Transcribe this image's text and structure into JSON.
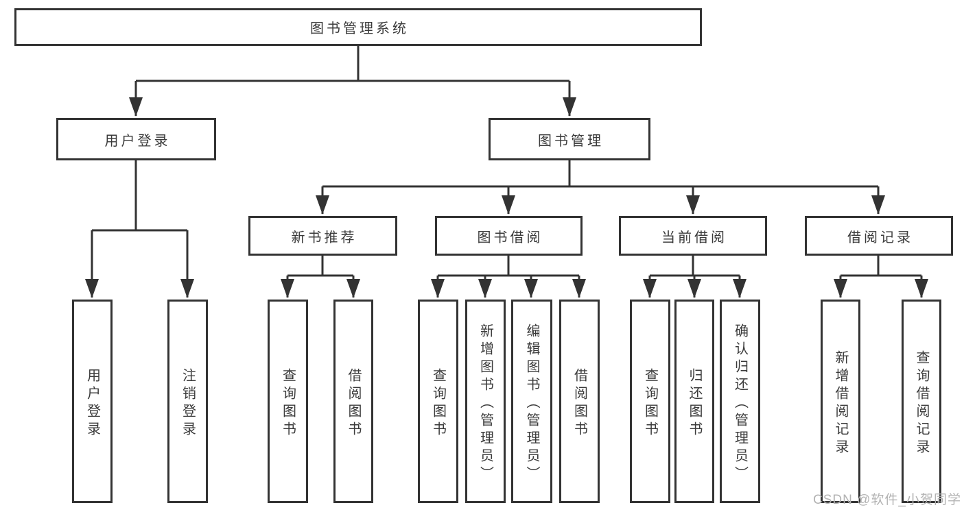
{
  "diagram": {
    "root": "图书管理系统",
    "level2": {
      "user_login": "用户登录",
      "book_mgmt": "图书管理"
    },
    "level3": {
      "new_book": "新书推荐",
      "book_borrow": "图书借阅",
      "current_borrow": "当前借阅",
      "borrow_record": "借阅记录"
    },
    "leaves": {
      "user_login": [
        "用户登录",
        "注销登录"
      ],
      "new_book": [
        "查询图书",
        "借阅图书"
      ],
      "book_borrow": [
        "查询图书",
        "新增图书（管理员）",
        "编辑图书（管理员）",
        "借阅图书"
      ],
      "current_borrow": [
        "查询图书",
        "归还图书",
        "确认归还（管理员）"
      ],
      "borrow_record": [
        "新增借阅记录",
        "查询借阅记录"
      ]
    }
  },
  "watermark": {
    "text": "CSDN @软件_小贺同学"
  },
  "colors": {
    "line": "#333333",
    "text": "#3a3a3a",
    "watermark-color": "#b3b3b3",
    "background": "#ffffff"
  }
}
